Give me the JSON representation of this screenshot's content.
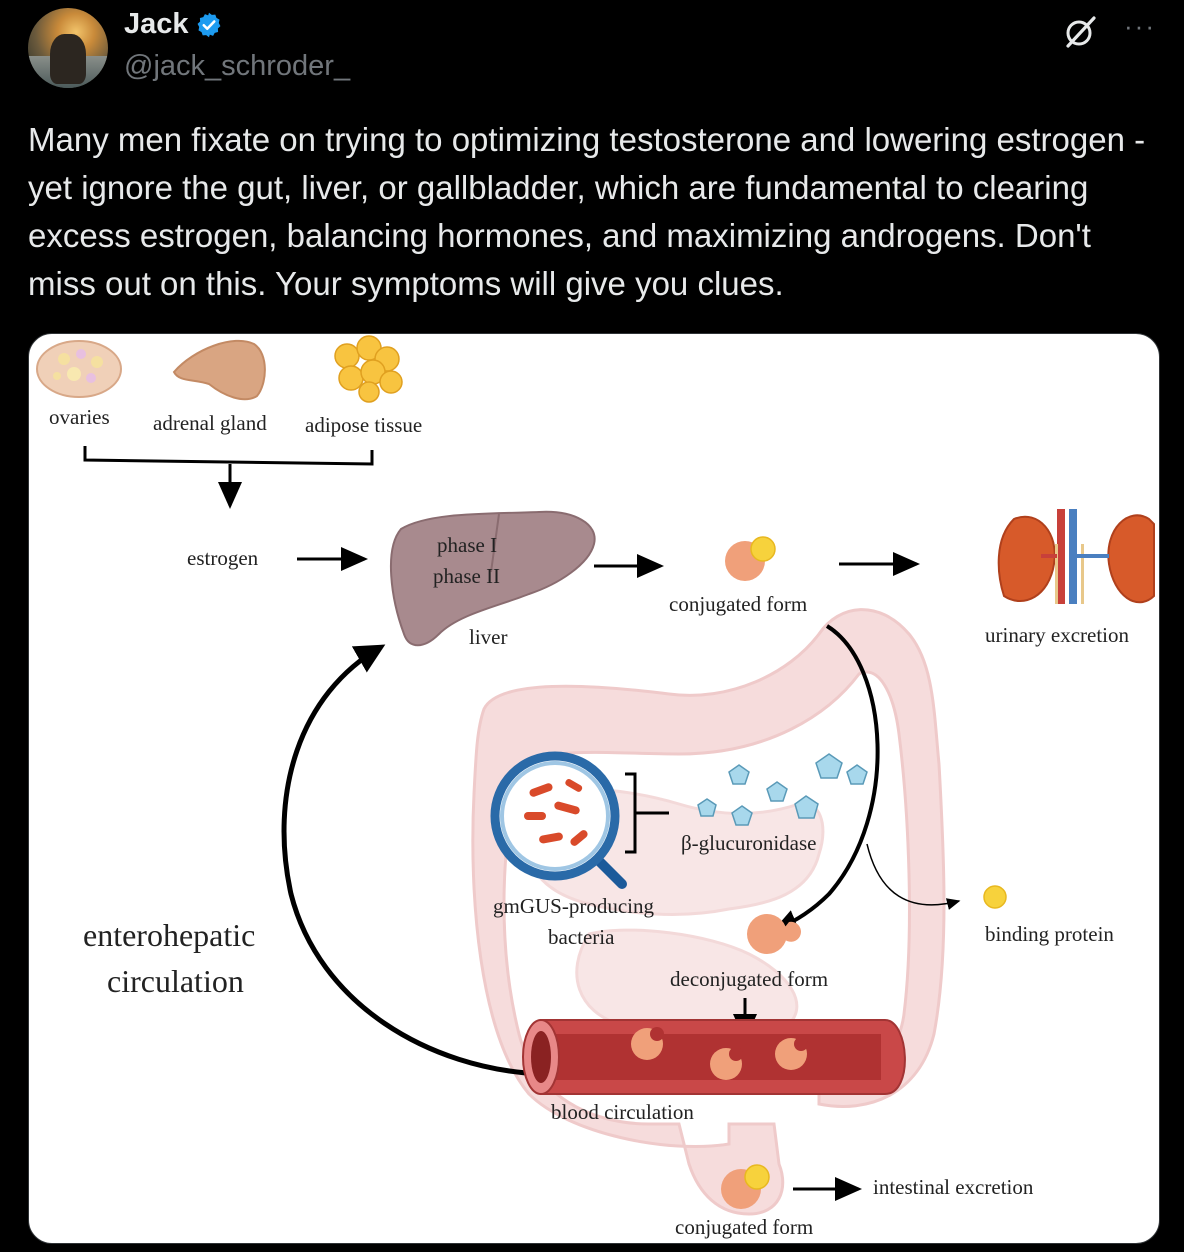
{
  "tweet": {
    "author_name": "Jack",
    "handle": "@jack_schroder_",
    "text": "Many men fixate on trying to optimizing testosterone and lowering estrogen - yet ignore the gut, liver, or gallbladder, which are fundamental to clearing excess estrogen, balancing hormones, and maximizing androgens. Don't miss out on this. Your symptoms will give you clues.",
    "more_label": "···"
  },
  "diagram": {
    "labels": {
      "ovaries": "ovaries",
      "adrenal": "adrenal gland",
      "adipose": "adipose tissue",
      "estrogen": "estrogen",
      "phase1": "phase I",
      "phase2": "phase II",
      "liver": "liver",
      "conjugated_top": "conjugated form",
      "urinary": "urinary excretion",
      "glucuronidase": "β-glucuronidase",
      "bacteria_line1": "gmGUS-producing",
      "bacteria_line2": "bacteria",
      "binding_protein": "binding protein",
      "entero_line1": "enterohepatic",
      "entero_line2": "circulation",
      "deconjugated": "deconjugated form",
      "blood": "blood circulation",
      "intestinal": "intestinal excretion",
      "conjugated_bottom": "conjugated form"
    },
    "colors": {
      "estrogen_molecule": "#f0a07a",
      "conjugate_dot": "#f7d23c",
      "enzyme": "#a8d8ec",
      "intestine": "#f6dcdc",
      "vessel": "#c94848",
      "bacteria": "#d94a2a",
      "liver": "#a88a8e"
    }
  }
}
